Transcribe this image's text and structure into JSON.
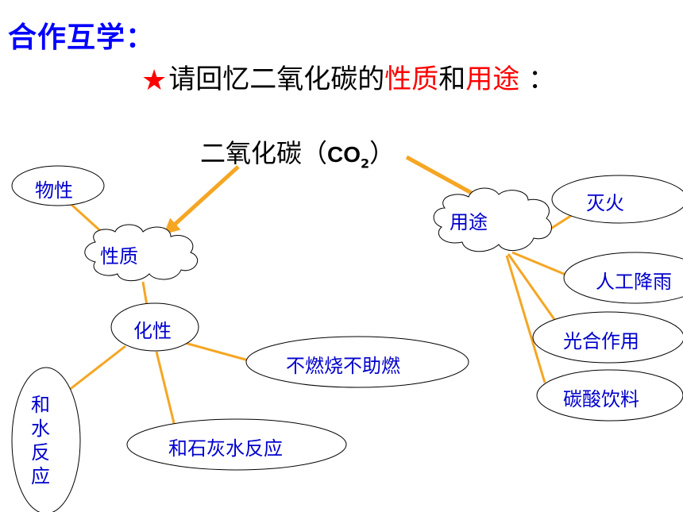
{
  "title": "合作互学：",
  "subtitle": {
    "star": "★",
    "prefix": "请回忆二氧化碳的",
    "prop": "性质",
    "mid": "和",
    "use": "用途",
    "suffix": " ："
  },
  "center": {
    "name": "二氧化碳（",
    "formula": "CO",
    "sub": "2",
    "close": "）"
  },
  "properties": {
    "label": "性质",
    "physical": "物性",
    "chemical": "化性",
    "chem_items": [
      "不燃烧不助燃",
      "和石灰水反应",
      "和水反应"
    ]
  },
  "uses": {
    "label": "用途",
    "items": [
      "灭火",
      "人工降雨",
      "光合作用",
      "碳酸饮料"
    ]
  },
  "colors": {
    "title": "#0000ff",
    "accent": "#ff0000",
    "node_text": "#0000cc",
    "connector": "#f5a623"
  }
}
